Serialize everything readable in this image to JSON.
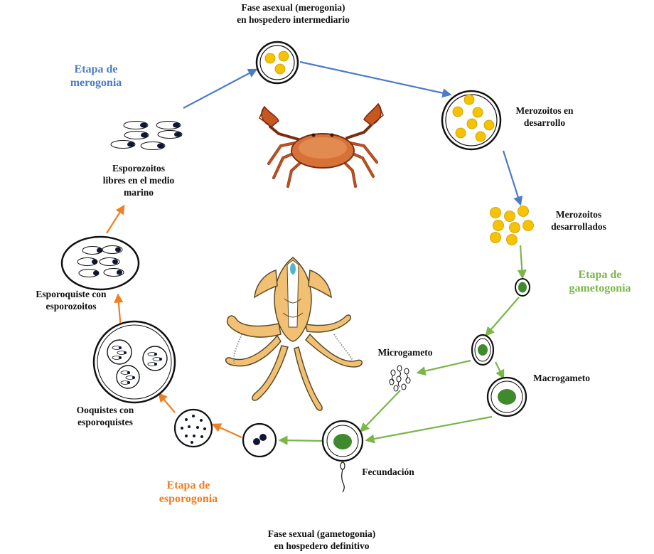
{
  "colors": {
    "merogonia": "#4a7cc7",
    "gametogonia": "#7ab648",
    "esporogonia": "#ef7f22",
    "merozoite": "#f7c300",
    "gamete": "#3f8a2c",
    "sporozoite": "#0e1633"
  },
  "top_title": {
    "line1": "Fase asexual (merogonia)",
    "line2": "en hospedero intermediario"
  },
  "bottom_title": {
    "line1": "Fase sexual (gametogonia)",
    "line2": "en hospedero definitivo"
  },
  "stages": {
    "merogonia": {
      "line1": "Etapa de",
      "line2": "merogonia"
    },
    "gametogonia": {
      "line1": "Etapa de",
      "line2": "gametogonia"
    },
    "esporogonia": {
      "line1": "Etapa de",
      "line2": "esporogonia"
    }
  },
  "labels": {
    "merozoitos_dev": {
      "line1": "Merozoitos en",
      "line2": "desarrollo"
    },
    "merozoitos_done": {
      "line1": "Merozoitos",
      "line2": "desarrollados"
    },
    "microgameto": "Microgameto",
    "macrogameto": "Macrogameto",
    "fecundacion": "Fecundación",
    "ooquistes": {
      "line1": "Ooquistes con",
      "line2": "esporoquistes"
    },
    "esporoquiste": {
      "line1": "Esporoquiste con",
      "line2": "esporozoitos"
    },
    "esporozoitos": {
      "line1": "Esporozoitos",
      "line2": "libres en el medio",
      "line3": "marino"
    }
  },
  "icons": {
    "host_intermediate": "crab-icon",
    "host_definitive": "octopus-icon"
  }
}
